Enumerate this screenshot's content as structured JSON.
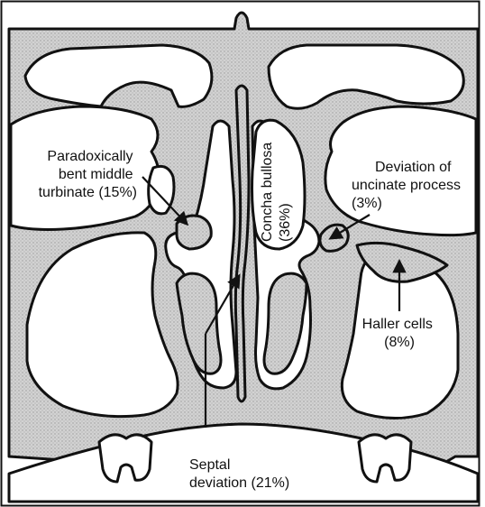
{
  "labels": {
    "paradoxical_line1": "Paradoxically",
    "paradoxical_line2": "bent middle",
    "paradoxical_line3": "turbinate (15%)",
    "concha_line1": "Concha bullosa",
    "concha_line2": "(36%)",
    "uncinate_line1": "Deviation of",
    "uncinate_line2": "uncinate process",
    "uncinate_line3": "(3%)",
    "haller_line1": "Haller cells",
    "haller_line2": "(8%)",
    "septal_line1": "Septal",
    "septal_line2": "deviation (21%)"
  },
  "colors": {
    "tissue": "#cfcfcf",
    "air": "#ffffff",
    "outline": "#111111"
  }
}
